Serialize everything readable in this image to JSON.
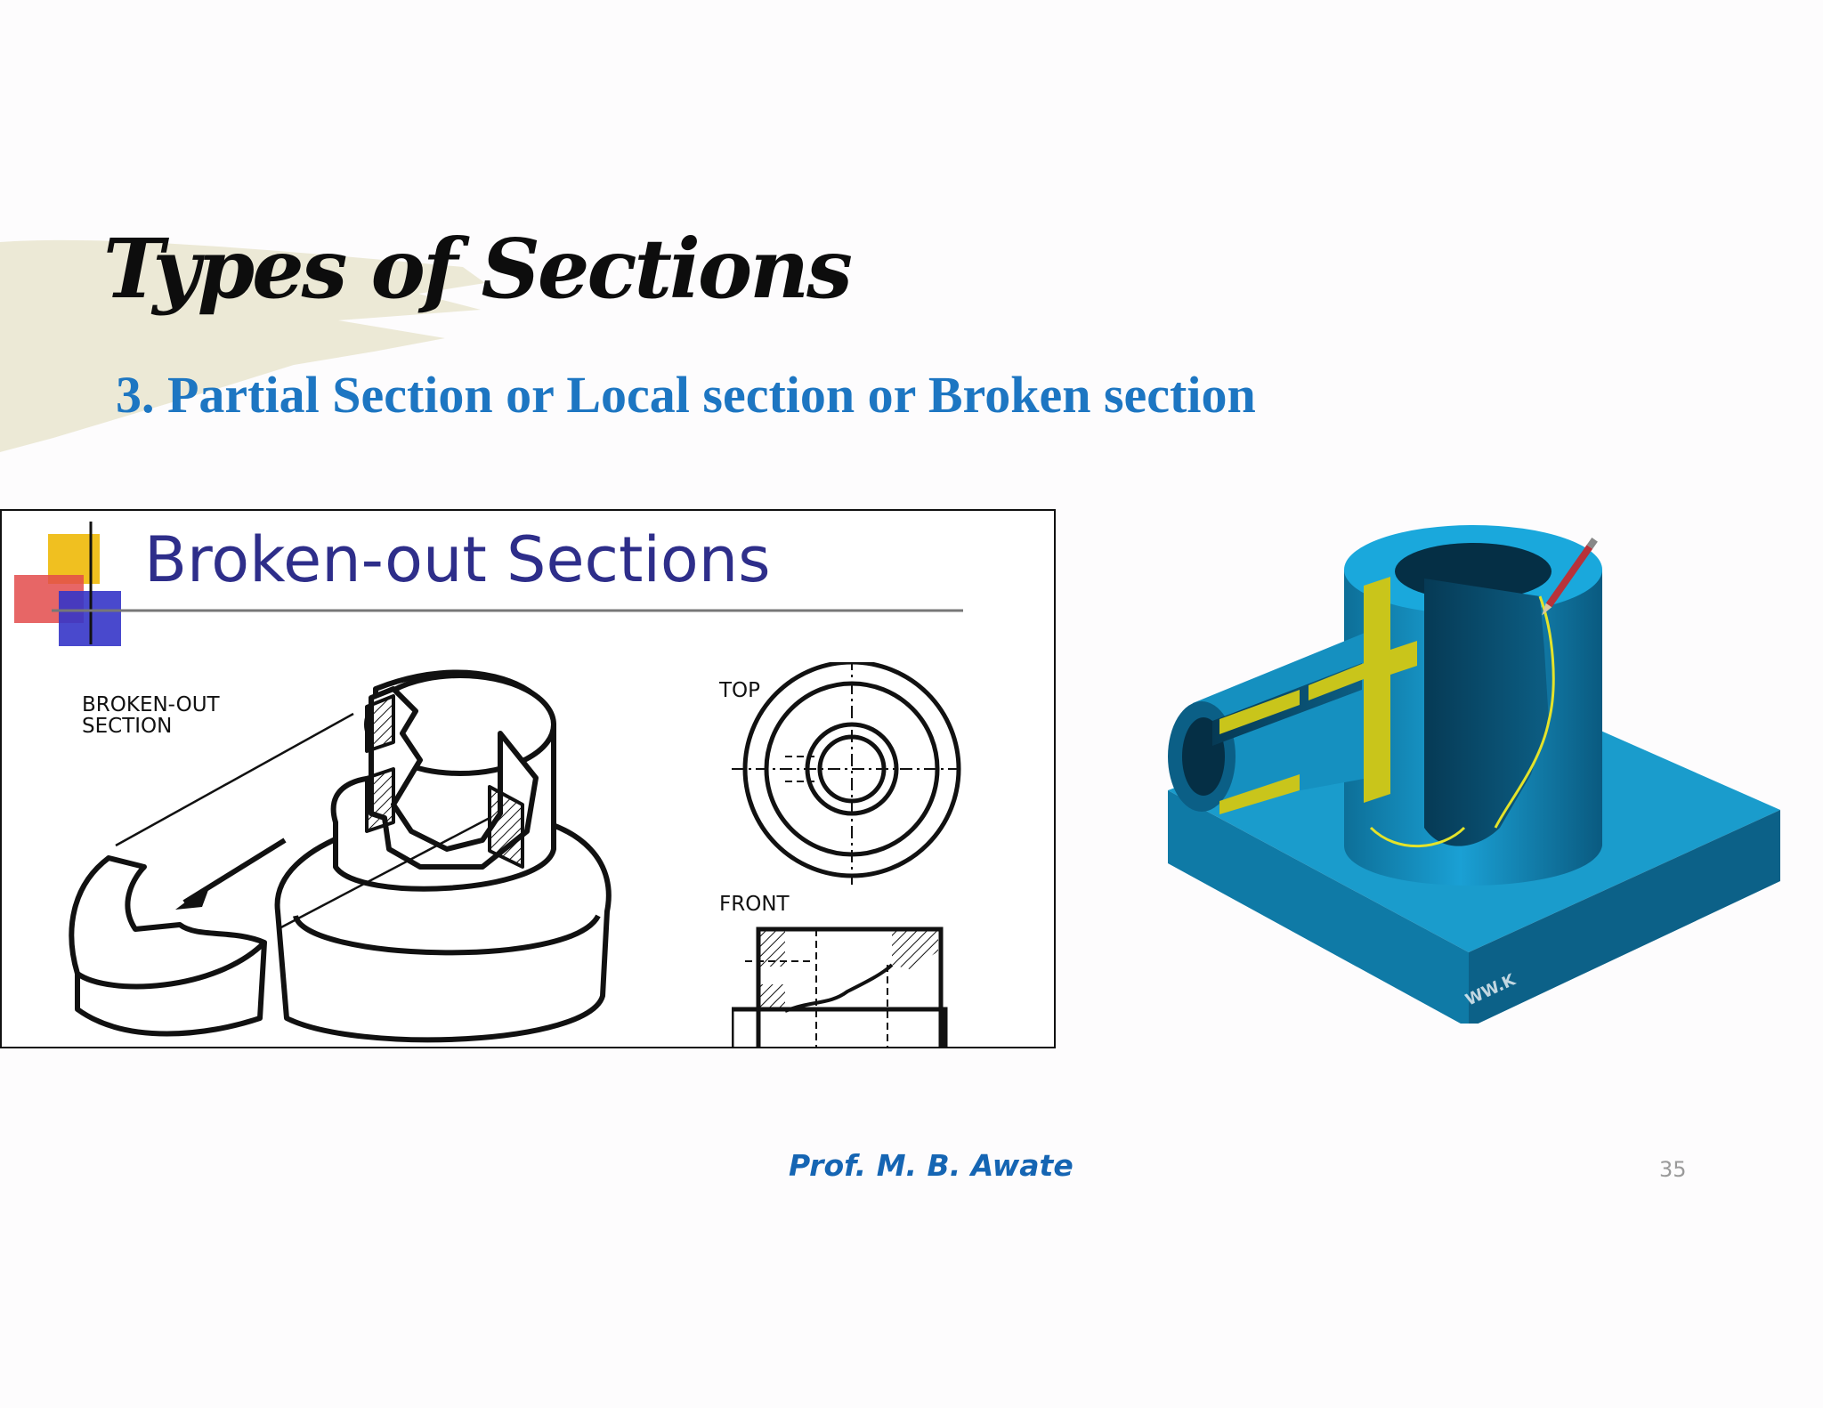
{
  "slide": {
    "title": "Types of Sections",
    "subtitle": "3. Partial Section or Local section or Broken section",
    "author": "Prof. M. B. Awate",
    "page_number": "35"
  },
  "left_figure": {
    "heading": "Broken-out Sections",
    "label_broken_out": "BROKEN-OUT\nSECTION",
    "label_top": "TOP",
    "label_front": "FRONT"
  },
  "right_figure": {
    "watermark": "WW.K"
  },
  "colors": {
    "title": "#0d0d0d",
    "subtitle": "#1d76c2",
    "heading": "#2e2e8a",
    "author": "#1565b3",
    "page_number": "#9a9a9a",
    "brush": "#ece9d6",
    "model_blue": "#1a93c4",
    "model_dark": "#0a4a6a",
    "section_yellow": "#c9c51b"
  }
}
